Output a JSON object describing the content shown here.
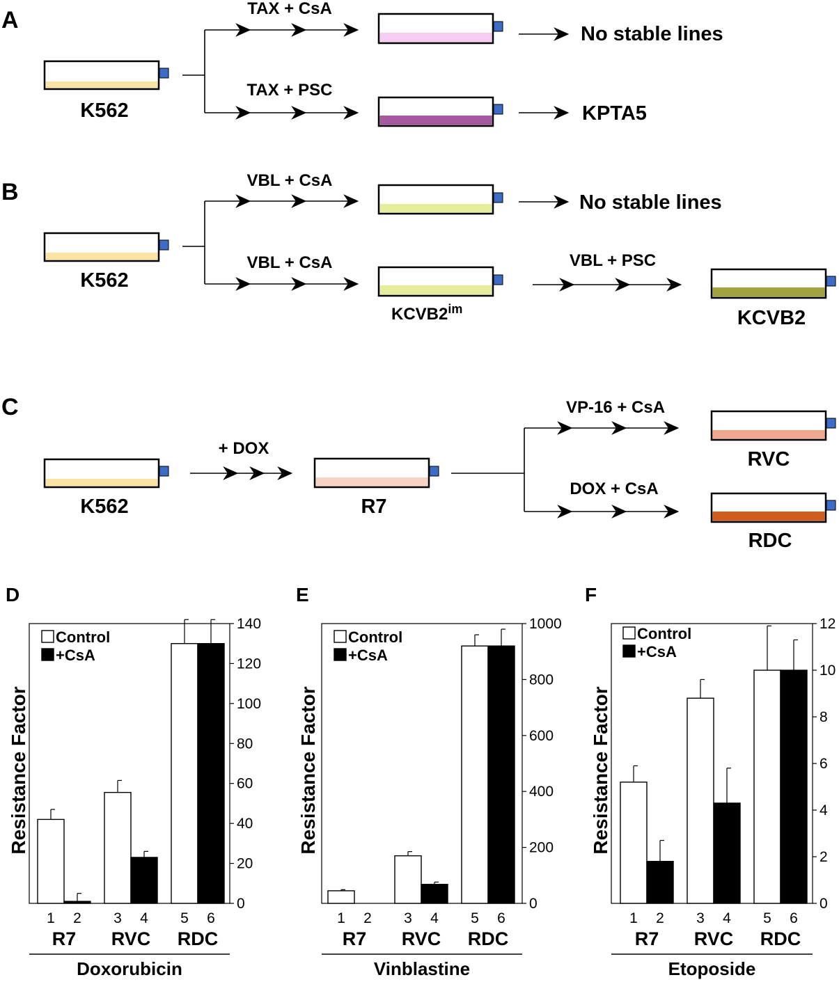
{
  "panels": {
    "A": {
      "label": "A",
      "source": "K562",
      "route1_drugs": "TAX + CsA",
      "route1_result": "No stable lines",
      "route2_drugs": "TAX + PSC",
      "route2_result": "KPTA5"
    },
    "B": {
      "label": "B",
      "source": "K562",
      "route1_drugs": "VBL + CsA",
      "route1_result": "No stable lines",
      "route2_drugs": "VBL + CsA",
      "route2_flask_label": "KCVB2",
      "route2_flask_label_sup": "im",
      "route3_drugs": "VBL + PSC",
      "route3_result": "KCVB2"
    },
    "C": {
      "label": "C",
      "source": "K562",
      "step1_drugs": "+ DOX",
      "intermediate": "R7",
      "route1_drugs": "VP-16 + CsA",
      "route1_result": "RVC",
      "route2_drugs": "DOX + CsA",
      "route2_result": "RDC"
    }
  },
  "colors": {
    "cap": "#3b6cc6",
    "k562": "#fbe3a3",
    "taxcsa": "#f6cdf0",
    "kpta5": "#a5599f",
    "vblcsa": "#e6ee9e",
    "kcvb2": "#a2a442",
    "r7": "#f7d3c6",
    "rvc": "#f0a990",
    "rdc": "#cd5e1e",
    "control_fill": "#ffffff",
    "csa_fill": "#000000"
  },
  "legend": {
    "control": "Control",
    "csa": "+CsA"
  },
  "chart_data": [
    {
      "panel": "D",
      "type": "bar",
      "drug": "Doxorubicin",
      "ylabel": "Resistance Factor",
      "ylim": [
        0,
        140
      ],
      "yticks": [
        0,
        20,
        40,
        60,
        80,
        100,
        120,
        140
      ],
      "groups": [
        "R7",
        "RVC",
        "RDC"
      ],
      "lanes": [
        "1",
        "2",
        "3",
        "4",
        "5",
        "6"
      ],
      "series": [
        {
          "name": "Control",
          "values": [
            42,
            55.5,
            130
          ],
          "errors": [
            5,
            6,
            12
          ]
        },
        {
          "name": "+CsA",
          "values": [
            1,
            23,
            130
          ],
          "errors": [
            4,
            3,
            12
          ]
        }
      ]
    },
    {
      "panel": "E",
      "type": "bar",
      "drug": "Vinblastine",
      "ylabel": "Resistance Factor",
      "ylim": [
        0,
        1000
      ],
      "yticks": [
        0,
        200,
        400,
        600,
        800,
        1000
      ],
      "groups": [
        "R7",
        "RVC",
        "RDC"
      ],
      "lanes": [
        "1",
        "2",
        "3",
        "4",
        "5",
        "6"
      ],
      "series": [
        {
          "name": "Control",
          "values": [
            45,
            170,
            920
          ],
          "errors": [
            4,
            15,
            40
          ]
        },
        {
          "name": "+CsA",
          "values": [
            0,
            68,
            920
          ],
          "errors": [
            0,
            8,
            60
          ]
        }
      ]
    },
    {
      "panel": "F",
      "type": "bar",
      "drug": "Etoposide",
      "ylabel": "Resistance Factor",
      "ylim": [
        0,
        12
      ],
      "yticks": [
        0,
        2,
        4,
        6,
        8,
        10,
        12
      ],
      "groups": [
        "R7",
        "RVC",
        "RDC"
      ],
      "lanes": [
        "1",
        "2",
        "3",
        "4",
        "5",
        "6"
      ],
      "series": [
        {
          "name": "Control",
          "values": [
            5.2,
            8.8,
            10
          ],
          "errors": [
            0.7,
            0.8,
            1.9
          ]
        },
        {
          "name": "+CsA",
          "values": [
            1.8,
            4.3,
            10
          ],
          "errors": [
            0.9,
            1.5,
            1.3
          ]
        }
      ]
    }
  ]
}
